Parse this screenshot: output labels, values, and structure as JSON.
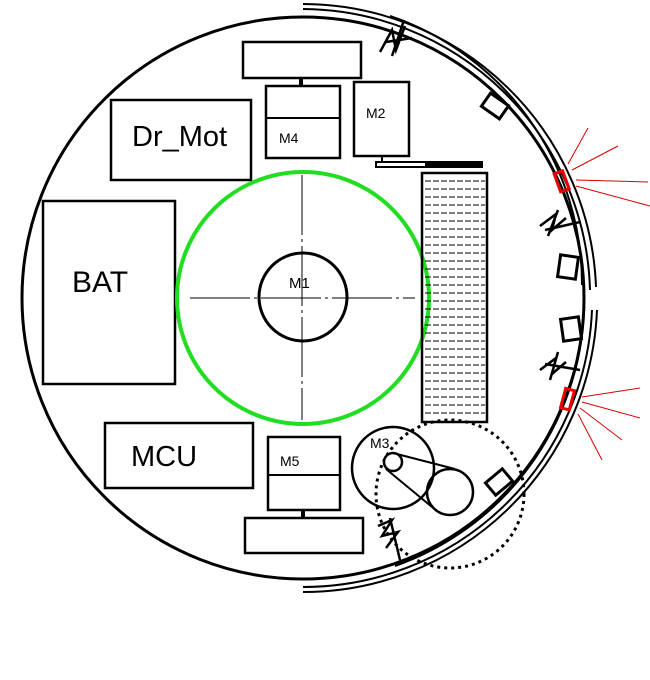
{
  "labels": {
    "drive_motor": "Dr_Mot",
    "battery": "BAT",
    "mcu": "MCU",
    "m1": "M1",
    "m2": "M2",
    "m3": "M3",
    "m4": "M4",
    "m5": "M5"
  },
  "colors": {
    "outline": "#000000",
    "rotation_circle": "#22dd22",
    "sensor": "#ee0000"
  }
}
